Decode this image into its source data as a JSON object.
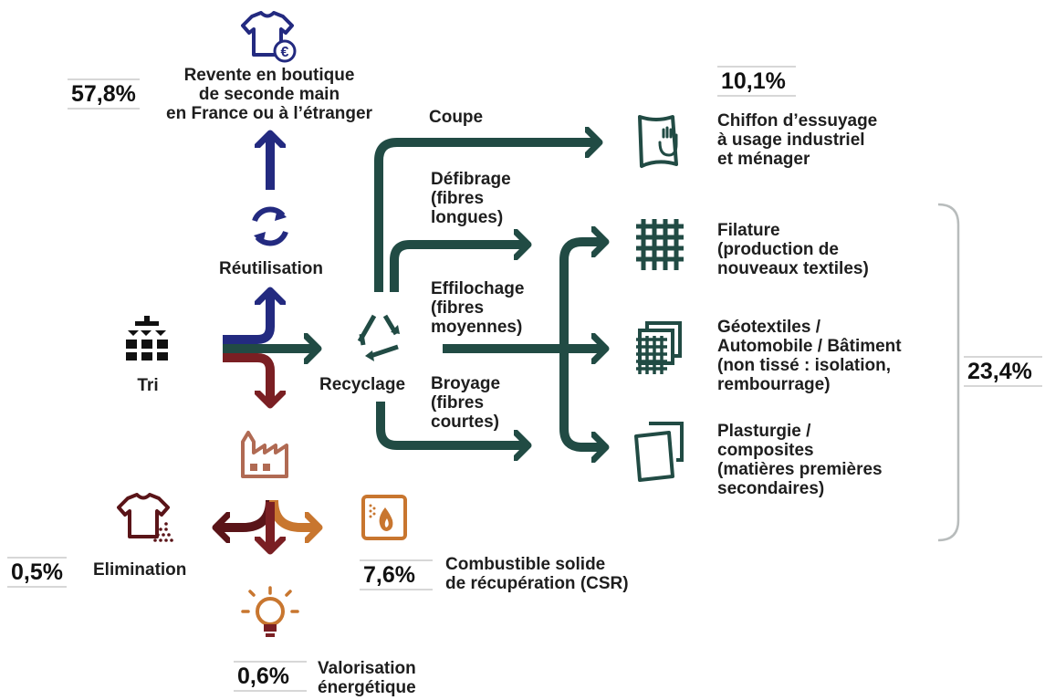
{
  "colors": {
    "teal": "#214b44",
    "navy": "#232a80",
    "red": "#7a1f23",
    "copper": "#b06a53",
    "orange": "#c8762f",
    "dark_red": "#5a1418",
    "grey": "#9aa0a0"
  },
  "icons": {
    "tri": "sorting-grid-icon",
    "reuse": "cycle-arrows-icon",
    "resale": "tshirt-euro-icon",
    "recycling": "recycle-icon",
    "cloth": "wiping-cloth-icon",
    "spinning": "thread-grid-icon",
    "geotextile": "layered-grid-icon",
    "plastics": "layered-sheets-icon",
    "factory": "factory-icon",
    "disposal": "tshirt-dust-icon",
    "csr": "flame-box-icon",
    "energy": "lightbulb-icon"
  },
  "labels": {
    "resale": [
      "Revente en boutique",
      "de seconde main",
      "en France ou à l’étranger"
    ],
    "reuse": "Réutilisation",
    "sort": "Tri",
    "recycling": "Recyclage",
    "cut": "Coupe",
    "defibrage": [
      "Défibrage",
      "(fibres",
      "longues)"
    ],
    "effilochage": [
      "Effilochage",
      "(fibres",
      "moyennes)"
    ],
    "broyage": [
      "Broyage",
      "(fibres",
      "courtes)"
    ],
    "cloth": [
      "Chiffon d’essuyage",
      "à usage industriel",
      "et ménager"
    ],
    "spinning": [
      "Filature",
      "(production de",
      "nouveaux textiles)"
    ],
    "geotextile": [
      "Géotextiles /",
      "Automobile / Bâtiment",
      "(non tissé : isolation,",
      "rembourrage)"
    ],
    "plastics": [
      "Plasturgie /",
      "composites",
      "(matières premières",
      "secondaires)"
    ],
    "elimination": "Elimination",
    "csr": [
      "Combustible solide",
      "de récupération (CSR)"
    ],
    "energy": [
      "Valorisation",
      "énergétique"
    ]
  },
  "percentages": {
    "resale": "57,8%",
    "cloth": "10,1%",
    "recycling_group": "23,4%",
    "elimination": "0,5%",
    "csr": "7,6%",
    "energy": "0,6%"
  }
}
